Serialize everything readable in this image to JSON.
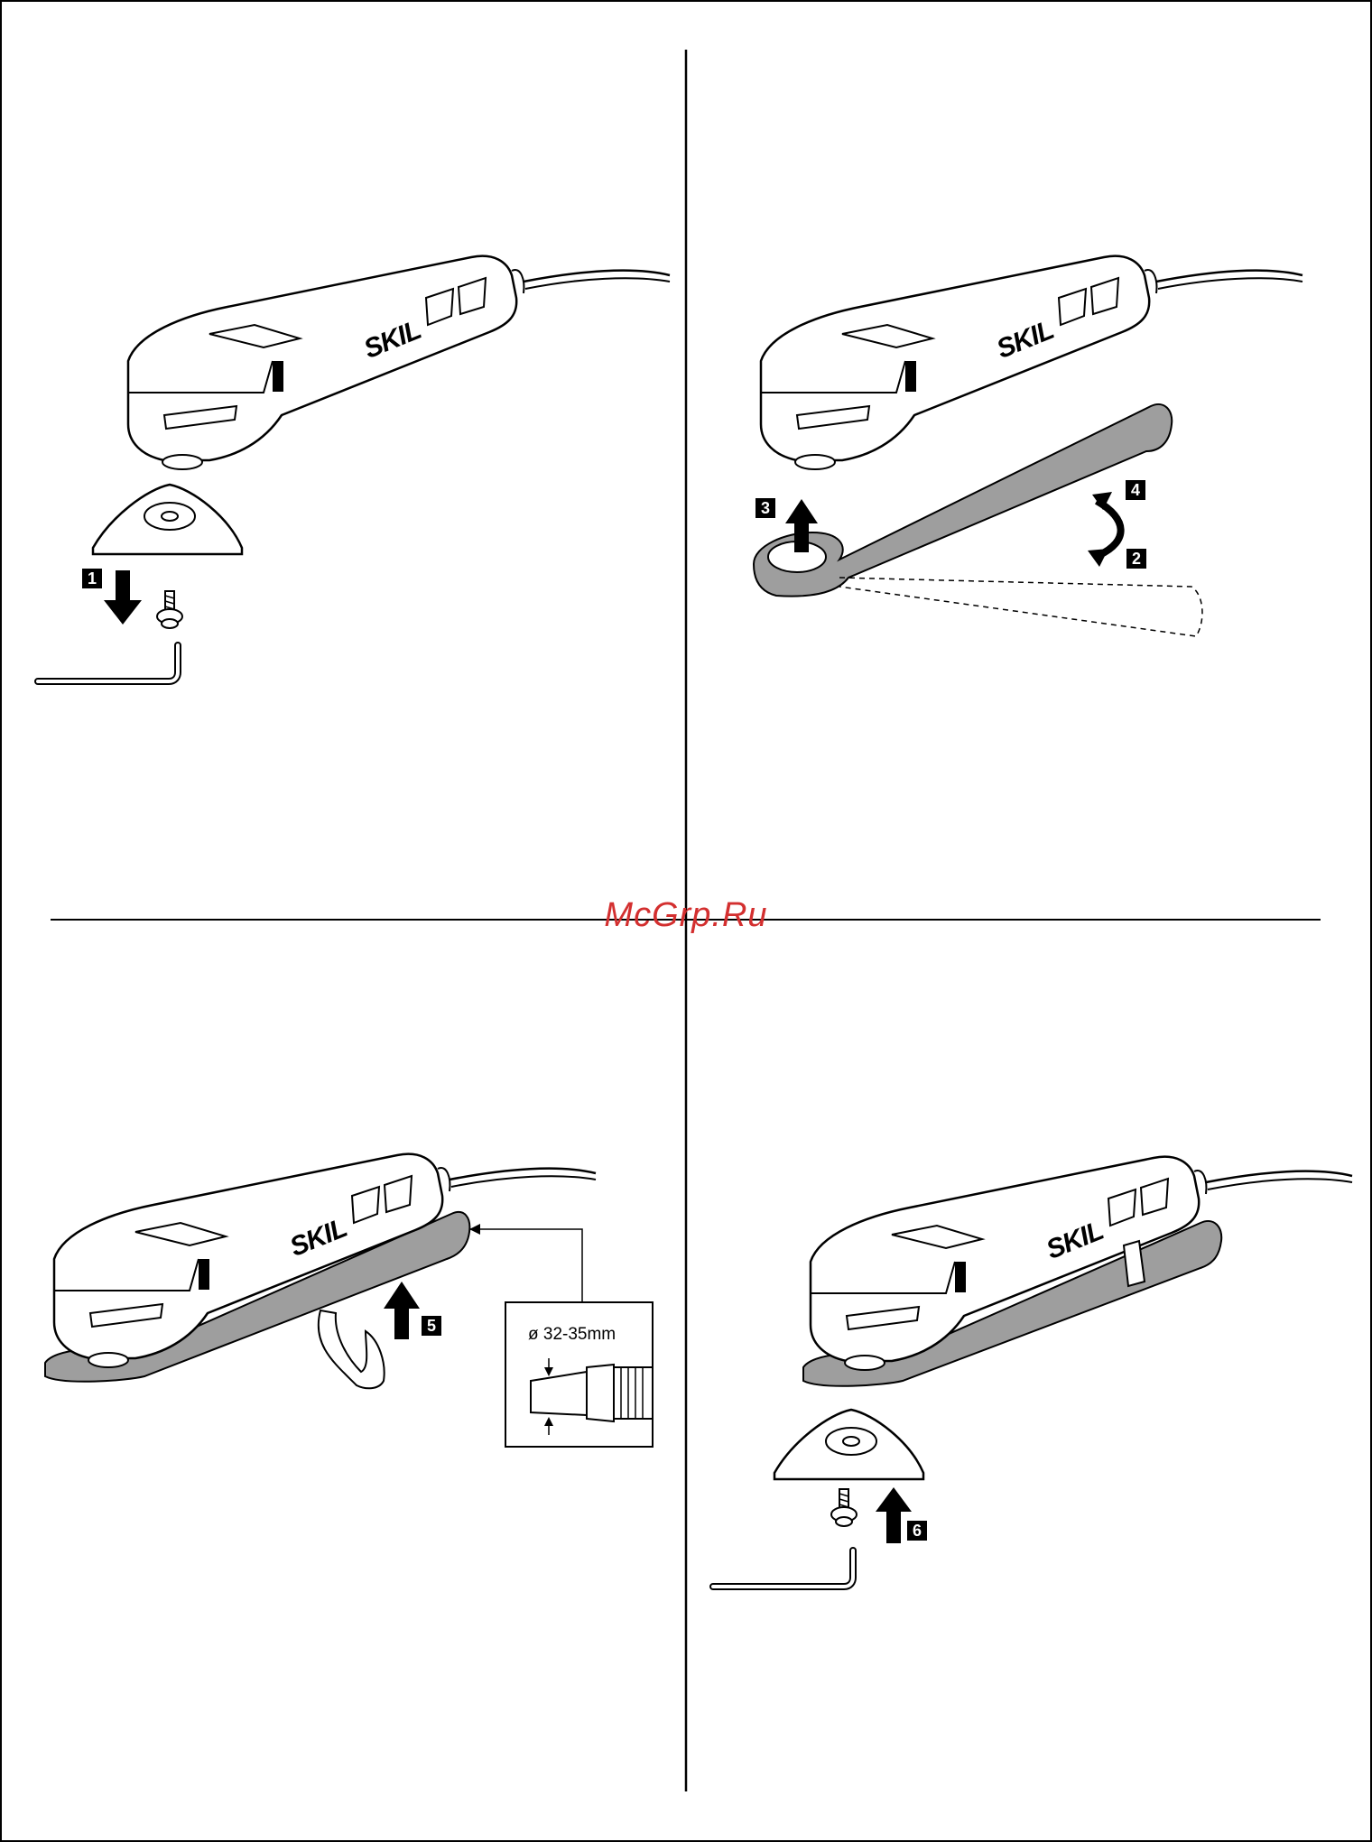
{
  "watermark": {
    "text": "McGrp.Ru",
    "color": "#d32f2f"
  },
  "brand": "SKIL",
  "steps": [
    "1",
    "2",
    "3",
    "4",
    "5",
    "6"
  ],
  "hose": {
    "diameter_label": "ø 32-35mm"
  },
  "colors": {
    "ink": "#000000",
    "tube_gray": "#9e9e9e",
    "paper": "#ffffff"
  }
}
